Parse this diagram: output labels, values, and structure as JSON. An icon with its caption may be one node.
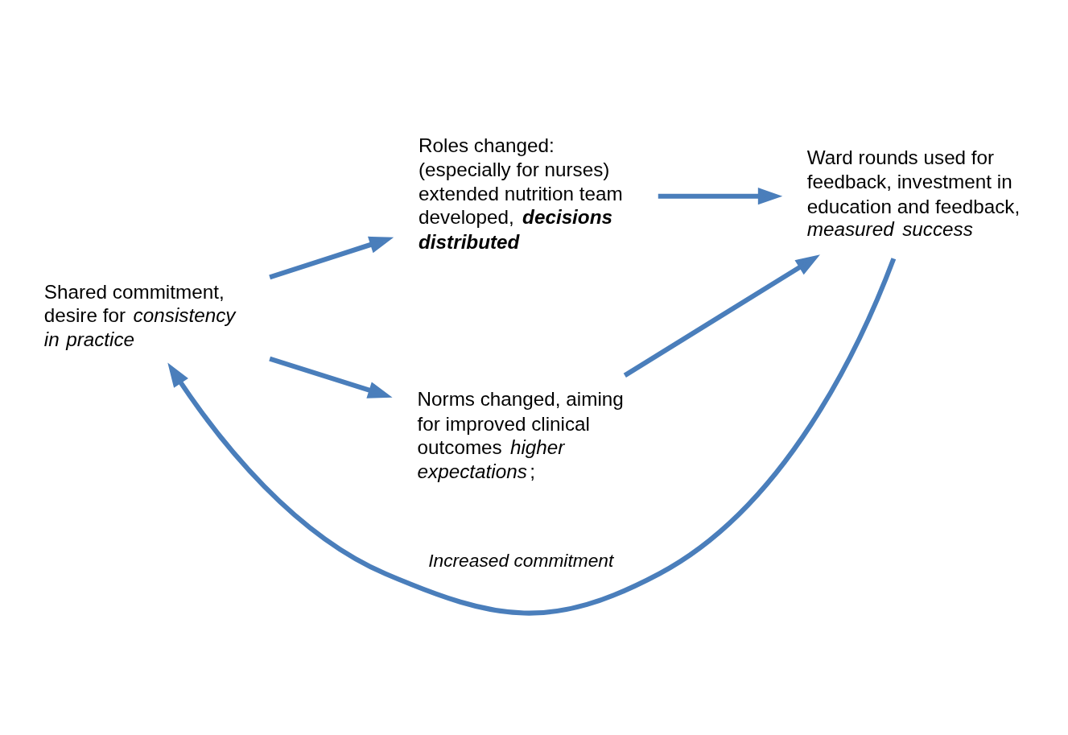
{
  "diagram": {
    "nodes": [
      {
        "text": [
          "Shared commitment, desire for *consistency in practice*"
        ]
      },
      {
        "text": [
          "Roles changed: (especially for nurses) extended nutrition team developed, **decisions distributed**"
        ]
      },
      {
        "text": [
          "Ward rounds used for feedback,  investment in education and feedback, *measured success*"
        ]
      },
      {
        "text": [
          "Norms changed, aiming for improved clinical outcomes *higher expectations*;"
        ]
      }
    ],
    "edges": [
      {
        "from": 0,
        "to": 1,
        "arrow": "to"
      },
      {
        "from": 1,
        "to": 2,
        "arrow": "to"
      },
      {
        "from": 2,
        "to": 0,
        "arrow": "to",
        "label": "Increased commitment"
      },
      {
        "from": 0,
        "to": 3,
        "arrow": "to"
      },
      {
        "from": 3,
        "to": 2,
        "arrow": "to"
      }
    ]
  }
}
